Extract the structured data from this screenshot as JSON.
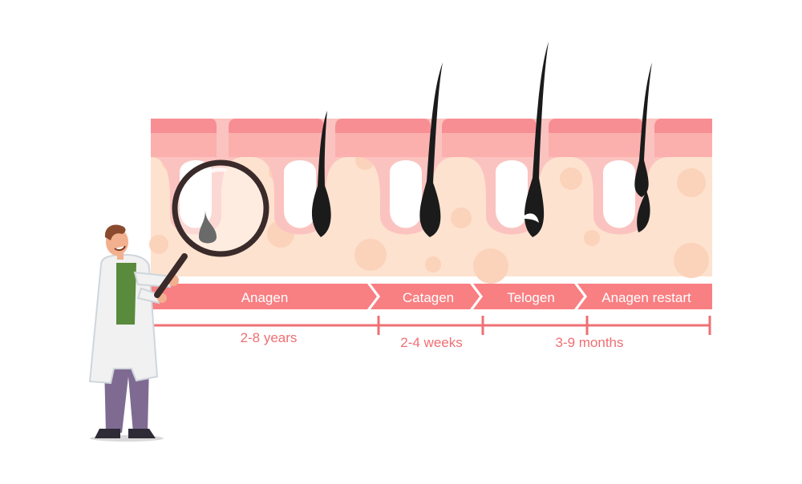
{
  "phases": [
    {
      "name": "Anagen"
    },
    {
      "name": "Catagen"
    },
    {
      "name": "Telogen"
    },
    {
      "name": "Anagen restart"
    }
  ],
  "durations": [
    {
      "label": "2-8 years"
    },
    {
      "label": "2-4 weeks"
    },
    {
      "label": "3-9 months"
    }
  ],
  "colors": {
    "skin_top": "#f78e93",
    "skin_mid": "#fbc3bf",
    "skin_base": "#fde2cf",
    "fat_cell": "#fbd2ba",
    "hair": "#1b1b1b",
    "band": "#f87f82",
    "timeline": "#ef6f73"
  },
  "icons": {
    "magnifier": "magnifier-icon",
    "scientist": "doctor-character"
  }
}
